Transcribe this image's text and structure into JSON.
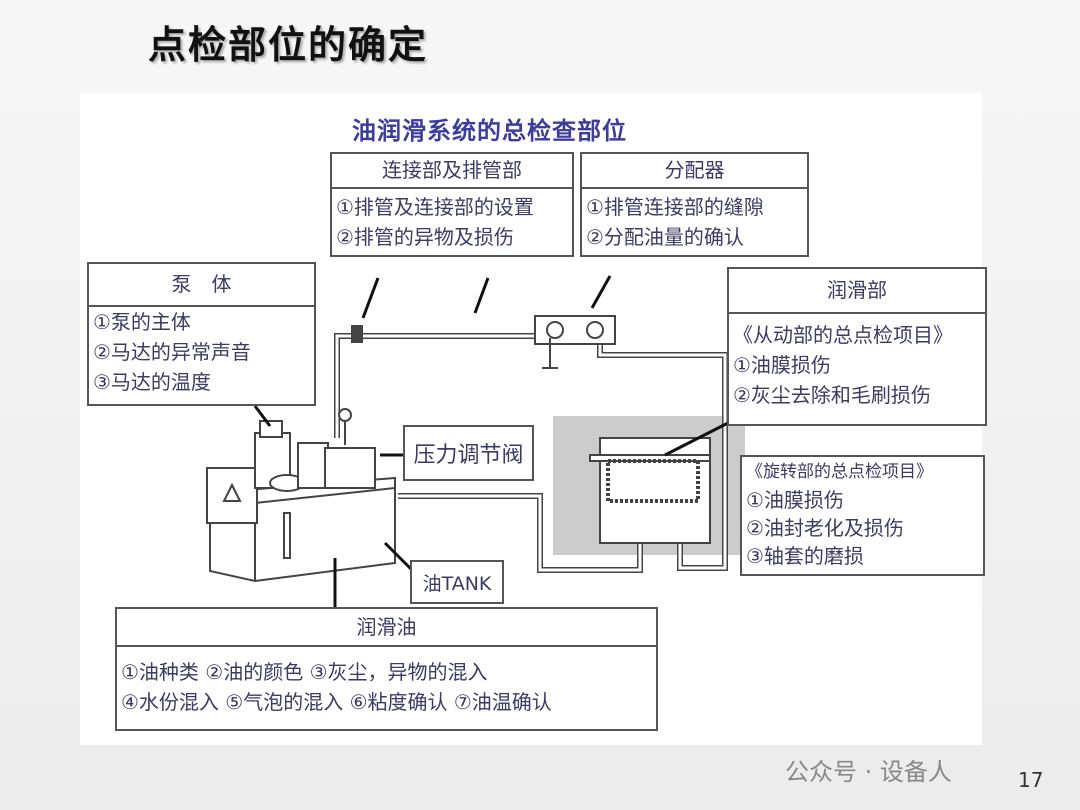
{
  "slide_title": "点检部位的确定",
  "diagram_title": "油润滑系统的总检查部位",
  "boxes": {
    "pipe": {
      "title": "连接部及排管部",
      "items": [
        "①排管及连接部的设置",
        "②排管的异物及损伤"
      ]
    },
    "distributor": {
      "title": "分配器",
      "items": [
        "①排管连接部的缝隙",
        "②分配油量的确认"
      ]
    },
    "pump": {
      "title": "泵　体",
      "items": [
        "①泵的主体",
        "②马达的异常声音",
        "③马达的温度"
      ]
    },
    "lube": {
      "title": "润滑部",
      "items": [
        "《从动部的总点检项目》",
        "①油膜损伤",
        "②灰尘去除和毛刷损伤"
      ]
    },
    "rotary": {
      "items": [
        "《旋转部的总点检项目》",
        "①油膜损伤",
        "②油封老化及损伤",
        "③轴套的磨损"
      ]
    },
    "oil": {
      "title": "润滑油",
      "items": [
        "①油种类 ②油的颜色 ③灰尘，异物的混入",
        "④水份混入 ⑤气泡的混入 ⑥粘度确认 ⑦油温确认"
      ]
    }
  },
  "labels": {
    "valve": "压力调节阀",
    "tank": "油TANK"
  },
  "watermark": "公众号 · 设备人",
  "page_number": "17"
}
